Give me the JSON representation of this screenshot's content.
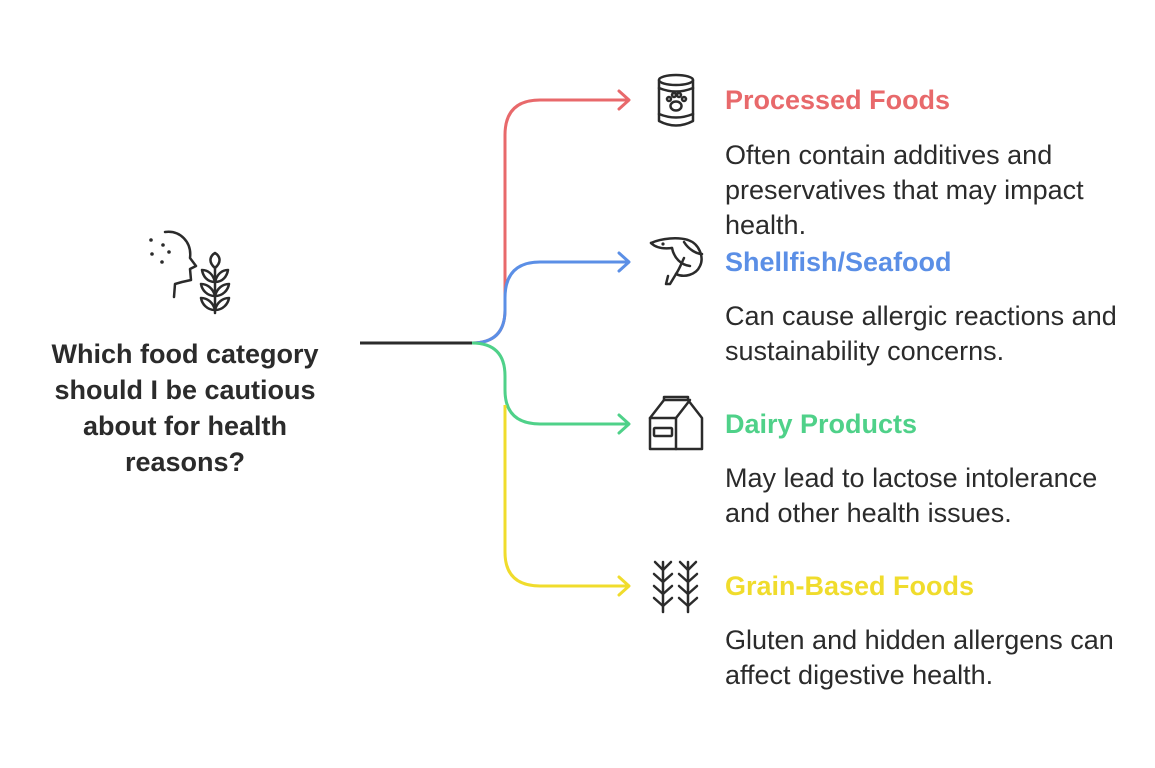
{
  "question": "Which food category should I be cautious about for health reasons?",
  "branches": [
    {
      "title": "Processed Foods",
      "description": "Often contain additives and preservatives that may impact health.",
      "color": "#e8696b",
      "icon": "canned-food-icon"
    },
    {
      "title": "Shellfish/Seafood",
      "description": "Can cause allergic reactions and sustainability concerns.",
      "color": "#5b8fe6",
      "icon": "shrimp-icon"
    },
    {
      "title": "Dairy Products",
      "description": "May lead to lactose intolerance and other health issues.",
      "color": "#4fd189",
      "icon": "milk-carton-icon"
    },
    {
      "title": "Grain-Based Foods",
      "description": "Gluten and hidden allergens can affect digestive health.",
      "color": "#f0dc2c",
      "icon": "wheat-icon"
    }
  ],
  "central_icon": "head-with-wheat-icon",
  "trunk_color": "#2b2b2b"
}
